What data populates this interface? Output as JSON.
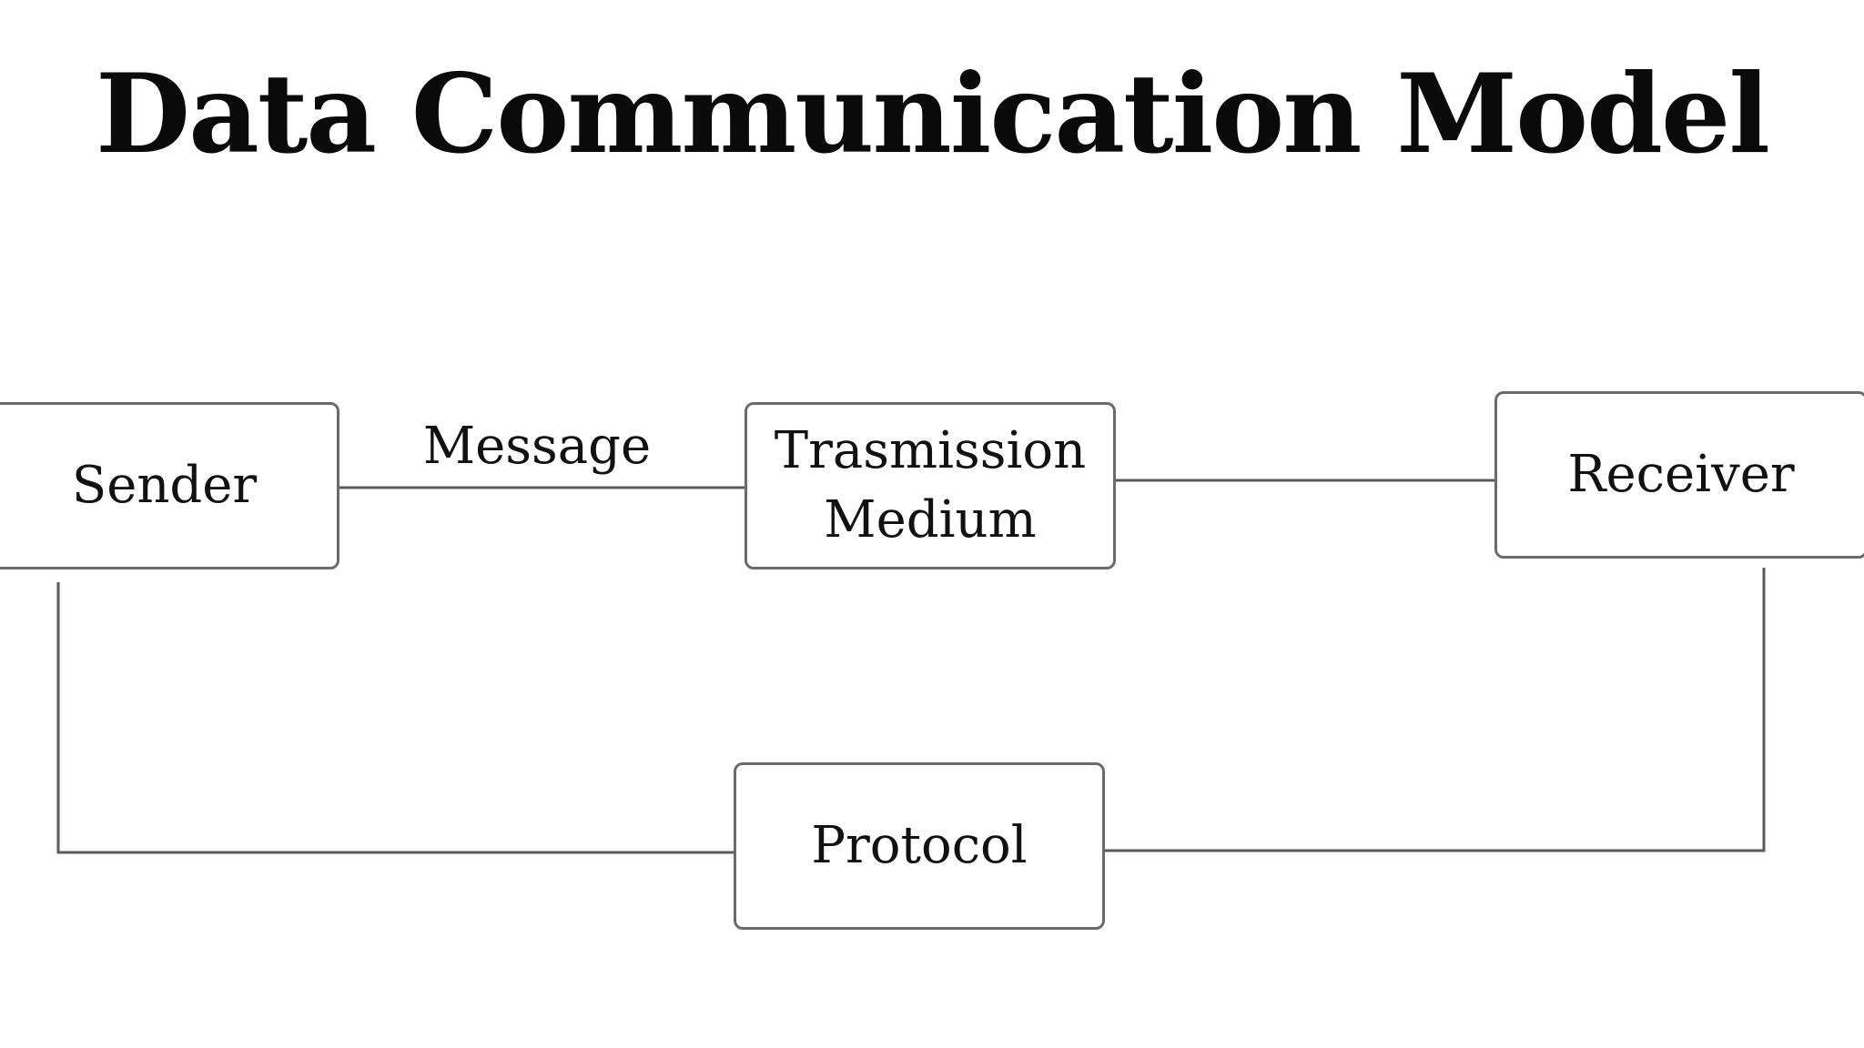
{
  "title": "Data Communication Model",
  "nodes": {
    "sender": "Sender",
    "medium_line1": "Trasmission",
    "medium_line2": "Medium",
    "receiver": "Receiver",
    "protocol": "Protocol"
  },
  "edges": {
    "sender_to_medium_label": "Message"
  }
}
